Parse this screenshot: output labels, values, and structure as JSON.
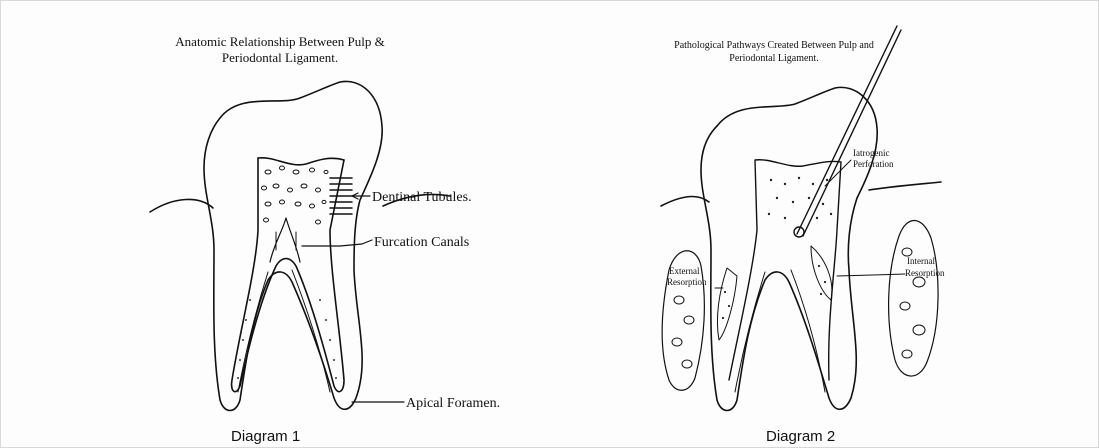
{
  "diagram1": {
    "title_line1": "Anatomic Relationship Between Pulp &",
    "title_line2": "Periodontal Ligament.",
    "labels": {
      "dentinal_tubules": "Dentinal Tubules.",
      "furcation_canals": "Furcation Canals",
      "apical_foramen": "Apical Foramen."
    },
    "caption": "Diagram 1"
  },
  "diagram2": {
    "title_line1": "Pathological Pathways Created Between Pulp and",
    "title_line2": "Periodontal Ligament.",
    "labels": {
      "iatrogenic_line1": "Iatrogenic",
      "iatrogenic_line2": "Perforation",
      "external_line1": "External",
      "external_line2": "Resorption",
      "internal_line1": "Internal",
      "internal_line2": "Resorption"
    },
    "caption": "Diagram 2"
  }
}
